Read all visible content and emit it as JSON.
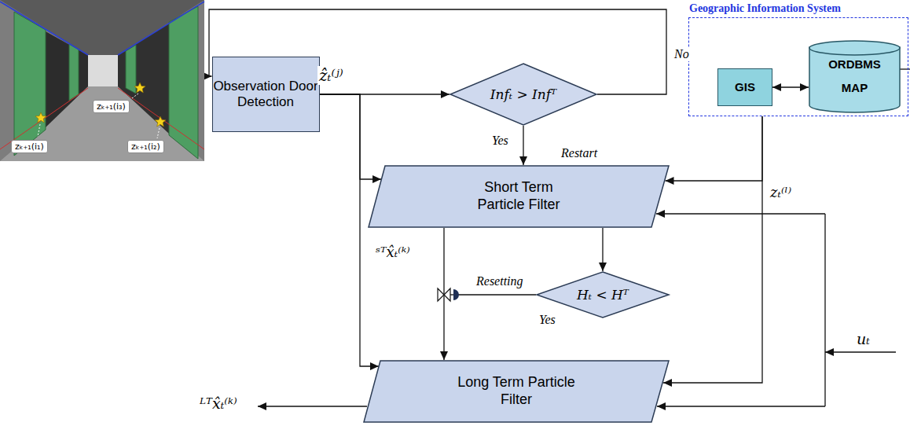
{
  "diagram": {
    "nodes": [
      {
        "text": [
          "Observation Door Detection"
        ]
      },
      {
        "text": [
          "Infₜ > Infᵀ"
        ]
      },
      {
        "text": [
          "Geographic Information System"
        ]
      },
      {
        "text": [
          "GIS"
        ],
        "in": 2
      },
      {
        "text": [
          "ORDBMS",
          "MAP"
        ],
        "in": 2
      },
      {
        "text": [
          "Short Term Particle Filter"
        ]
      },
      {
        "text": [
          "Hₜ < Hᵀ"
        ]
      },
      {
        "text": [
          "Long Term Particle Filter"
        ]
      }
    ],
    "edges": [
      {
        "from": 0,
        "to": 1,
        "arrow": "to"
      },
      {
        "from": 1,
        "to": 0,
        "arrow": "to",
        "label": "No"
      },
      {
        "from": 1,
        "to": 5,
        "arrow": "to",
        "label": "Yes"
      },
      {
        "from": 0,
        "to": 5,
        "arrow": "to"
      },
      {
        "from": 0,
        "to": 7,
        "arrow": "to"
      },
      {
        "from": 2,
        "to": 5,
        "arrow": "to",
        "label": "zₜ⁽ˡ⁾"
      },
      {
        "from": 2,
        "to": 7,
        "arrow": "to"
      },
      {
        "from": 3,
        "to": 4,
        "arrow": "both"
      },
      {
        "from": 5,
        "to": 6,
        "arrow": "to"
      },
      {
        "from": 5,
        "to": 7,
        "arrow": "to",
        "label": "ˢᵀx̂ₜ⁽ᵏ⁾"
      }
    ],
    "labels": [
      "zₖ₊₁(i₁)",
      "zₖ₊₁(i₃)",
      "zₖ₊₁(i₂)",
      "ẑₜ⁽ʲ⁾",
      "Restart",
      "Resetting",
      "Yes",
      "uₜ",
      "ᴸᵀx̂ₜ⁽ᵏ⁾"
    ]
  }
}
